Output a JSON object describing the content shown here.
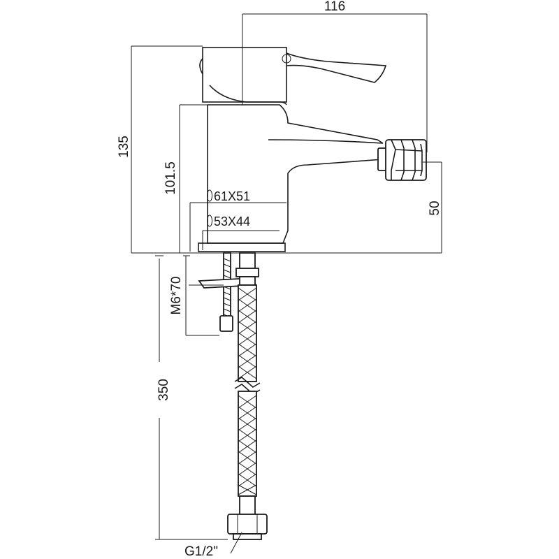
{
  "dimensions": {
    "width_total": "116",
    "height_total": "135",
    "height_body": "101.5",
    "base_outer": "61X51",
    "base_inner": "53X44",
    "spout_height": "50",
    "stud": "M6*70",
    "hose_length": "350",
    "thread": "G1/2\""
  }
}
